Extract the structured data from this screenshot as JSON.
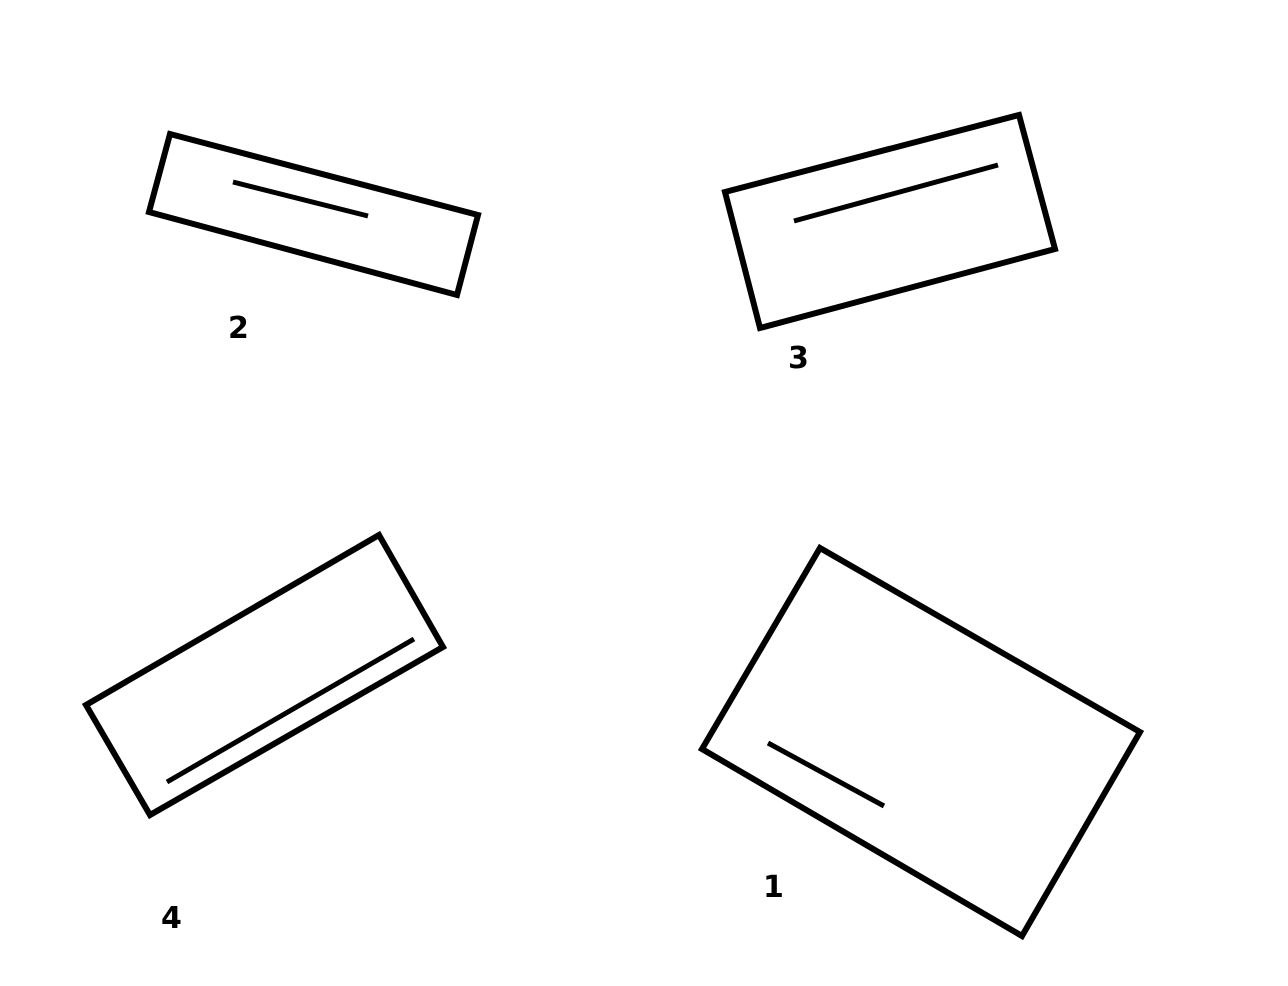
{
  "colors": {
    "background": "#ffffff",
    "stroke": "#000000"
  },
  "shapes": [
    {
      "label": "2"
    },
    {
      "label": "3"
    },
    {
      "label": "4"
    },
    {
      "label": "1"
    }
  ]
}
